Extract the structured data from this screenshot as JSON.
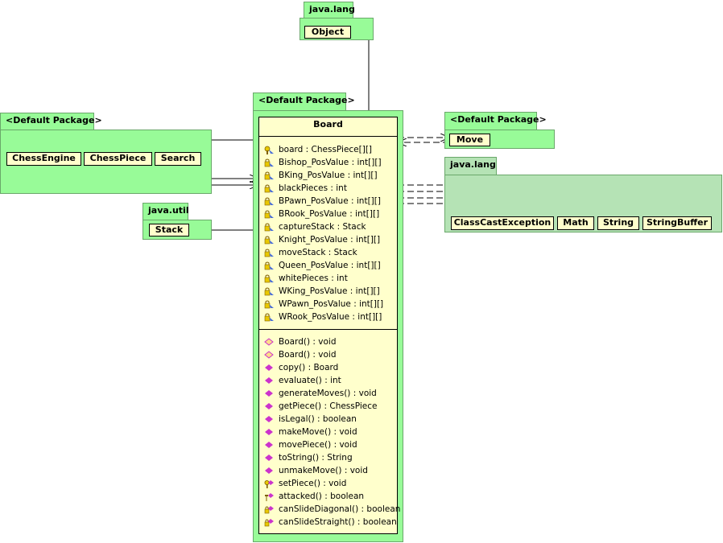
{
  "packages": {
    "java_lang_top": {
      "label": "java.lang",
      "classes": [
        "Object"
      ]
    },
    "default_left": {
      "label": "<Default Package>",
      "classes": [
        "ChessEngine",
        "ChessPiece",
        "Search"
      ]
    },
    "default_center": {
      "label": "<Default Package>"
    },
    "default_right": {
      "label": "<Default Package>",
      "classes": [
        "Move"
      ]
    },
    "java_lang_right": {
      "label": "java.lang",
      "classes": [
        "ClassCastException",
        "Math",
        "String",
        "StringBuffer"
      ]
    },
    "java_util": {
      "label": "java.util",
      "classes": [
        "Stack"
      ]
    }
  },
  "board": {
    "name": "Board",
    "attributes": [
      {
        "text": "board : ChessPiece[][]",
        "icon": "key-icon"
      },
      {
        "text": "Bishop_PosValue : int[][]",
        "icon": "lock-icon"
      },
      {
        "text": "BKing_PosValue : int[][]",
        "icon": "lock-icon"
      },
      {
        "text": "blackPieces : int",
        "icon": "lock-icon"
      },
      {
        "text": "BPawn_PosValue : int[][]",
        "icon": "lock-icon"
      },
      {
        "text": "BRook_PosValue : int[][]",
        "icon": "lock-icon"
      },
      {
        "text": "captureStack : Stack",
        "icon": "lock-icon"
      },
      {
        "text": "Knight_PosValue : int[][]",
        "icon": "lock-icon"
      },
      {
        "text": "moveStack : Stack",
        "icon": "lock-icon"
      },
      {
        "text": "Queen_PosValue : int[][]",
        "icon": "lock-icon"
      },
      {
        "text": "whitePieces : int",
        "icon": "lock-icon"
      },
      {
        "text": "WKing_PosValue : int[][]",
        "icon": "lock-icon"
      },
      {
        "text": "WPawn_PosValue : int[][]",
        "icon": "lock-icon"
      },
      {
        "text": "WRook_PosValue : int[][]",
        "icon": "lock-icon"
      }
    ],
    "operations": [
      {
        "text": "Board() : void",
        "icon": "constructor-icon"
      },
      {
        "text": "Board() : void",
        "icon": "constructor-icon"
      },
      {
        "text": "copy() : Board",
        "icon": "method-icon"
      },
      {
        "text": "evaluate() : int",
        "icon": "method-icon"
      },
      {
        "text": "generateMoves() : void",
        "icon": "method-icon"
      },
      {
        "text": "getPiece() : ChessPiece",
        "icon": "method-icon"
      },
      {
        "text": "isLegal() : boolean",
        "icon": "method-icon"
      },
      {
        "text": "makeMove() : void",
        "icon": "method-icon"
      },
      {
        "text": "movePiece() : void",
        "icon": "method-icon"
      },
      {
        "text": "toString() : String",
        "icon": "method-icon"
      },
      {
        "text": "unmakeMove() : void",
        "icon": "method-icon"
      },
      {
        "text": "setPiece() : void",
        "icon": "key-method-icon"
      },
      {
        "text": "attacked() : boolean",
        "icon": "pin-method-icon"
      },
      {
        "text": "canSlideDiagonal() : boolean",
        "icon": "lock-method-icon"
      },
      {
        "text": "canSlideStraight() : boolean",
        "icon": "lock-method-icon"
      }
    ]
  },
  "colors": {
    "package_fill": "#98fb98",
    "package_fill_dim": "#b5e3b5",
    "class_fill": "#ffffcc",
    "method_icon": "#cc33cc",
    "lock_icon": "#e8c800",
    "field_icon": "#4a6fd8"
  }
}
